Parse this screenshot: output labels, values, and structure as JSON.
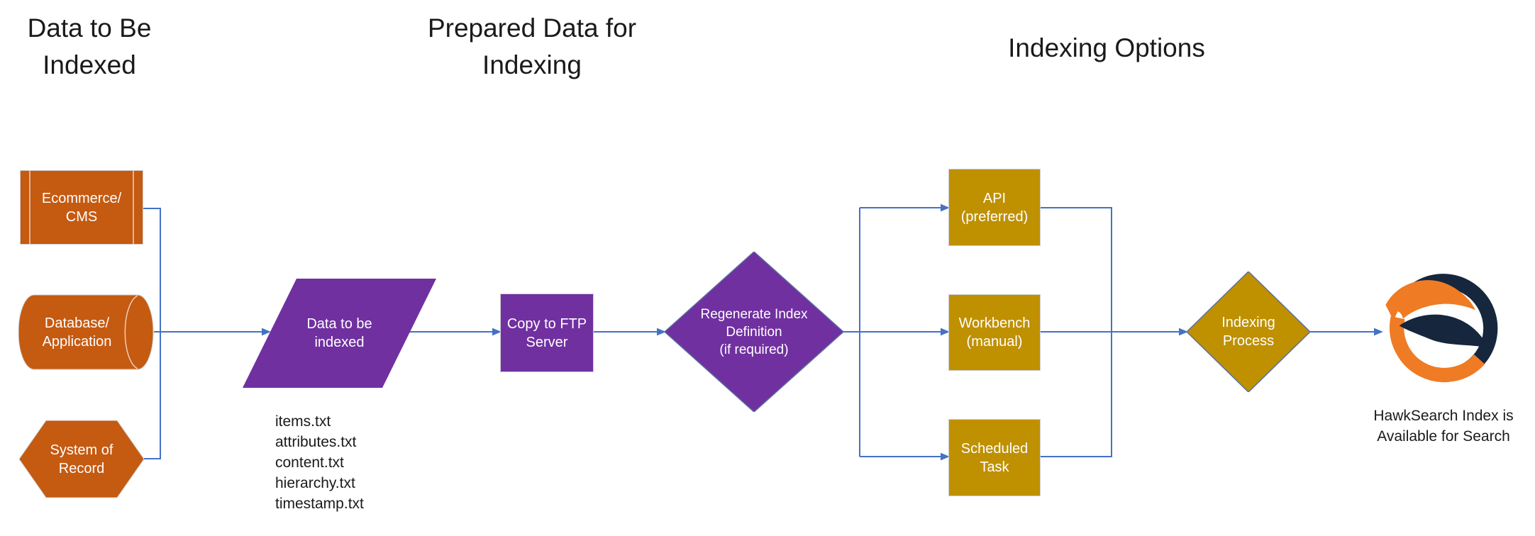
{
  "colors": {
    "orange": "#C55A11",
    "purple": "#7030A0",
    "gold": "#BF9000",
    "connector": "#4472C4",
    "navy": "#16263C",
    "logo_orange": "#EF7B24",
    "text": "#1A1A1A",
    "shape_text": "#FFFFFF",
    "box_border": "#CFCFCF",
    "diamond_border": "#5B6E9E",
    "background": "#FFFFFF"
  },
  "sections": {
    "data_to_be_indexed": "Data to Be\nIndexed",
    "prepared_data": "Prepared Data for\nIndexing",
    "indexing_options": "Indexing Options"
  },
  "nodes": {
    "ecommerce": "Ecommerce/\nCMS",
    "database": "Database/\nApplication",
    "system_of_record": "System of\nRecord",
    "data_to_be_indexed": "Data to be\nindexed",
    "copy_to_ftp": "Copy to FTP\nServer",
    "regenerate_index": "Regenerate Index\nDefinition\n(if required)",
    "api": "API\n(preferred)",
    "workbench": "Workbench\n(manual)",
    "scheduled_task": "Scheduled\nTask",
    "indexing_process": "Indexing\nProcess"
  },
  "prepared_files": [
    "items.txt",
    "attributes.txt",
    "content.txt",
    "hierarchy.txt",
    "timestamp.txt"
  ],
  "result_caption": "HawkSearch Index is\nAvailable for Search",
  "icons": {
    "logo": "hawksearch-logo-icon"
  }
}
